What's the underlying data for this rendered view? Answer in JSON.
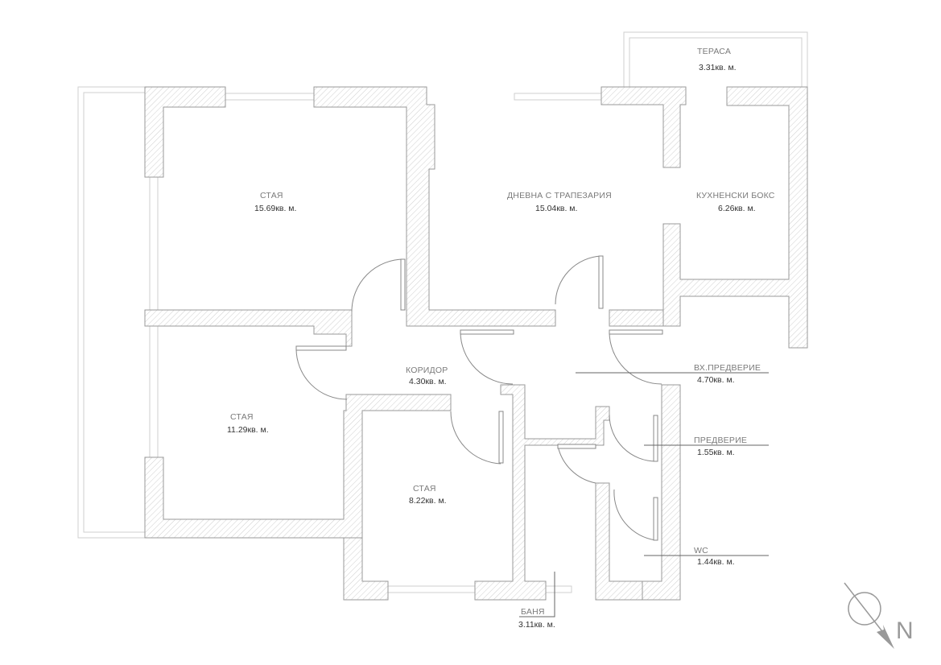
{
  "plan": {
    "rooms": [
      {
        "name": "СТАЯ",
        "area": "15.69кв. м."
      },
      {
        "name": "ДНЕВНА  С  ТРАПЕЗАРИЯ",
        "area": "15.04кв. м."
      },
      {
        "name": "КУХНЕНСКИ  БОКС",
        "area": "6.26кв. м."
      },
      {
        "name": "ТЕРАСА",
        "area": "3.31кв. м."
      },
      {
        "name": "КОРИДОР",
        "area": "4.30кв. м."
      },
      {
        "name": "СТАЯ",
        "area": "11.29кв. м."
      },
      {
        "name": "СТАЯ",
        "area": "8.22кв. м."
      },
      {
        "name": "ВХ.ПРЕДВЕРИЕ",
        "area": "4.70кв. м."
      },
      {
        "name": "ПРЕДВЕРИЕ",
        "area": "1.55кв. м."
      },
      {
        "name": "WC",
        "area": "1.44кв. м."
      },
      {
        "name": "БАНЯ",
        "area": "3.11кв. м."
      }
    ],
    "north": {
      "label": "N",
      "icon": "north-arrow-icon"
    },
    "colors": {
      "wall_stroke": "#9a9a9a",
      "hatch": "#c8c8c8",
      "text": "#333333"
    }
  }
}
